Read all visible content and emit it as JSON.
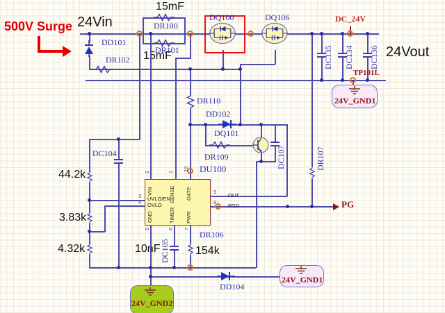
{
  "annotations": {
    "surge_label": "500V Surge",
    "input_voltage": "24Vin",
    "output_voltage": "24Vout",
    "shunt_value_top": "15mF",
    "shunt_value_bottom": "15mF",
    "divider_r1_value": "44.2k",
    "divider_r2_value": "3.83k",
    "divider_r3_value": "4.32k",
    "timer_cap_value": "10nF",
    "timer_res_value": "154k"
  },
  "components": {
    "dd101": "DD101",
    "dr102": "DR102",
    "dr100": "DR100",
    "dr101": "DR101",
    "dq100": "DQ100",
    "dq106": "DQ106",
    "dc135": "DC135",
    "dc134": "DC134",
    "dc136": "DC136",
    "dr110": "DR110",
    "dd102": "DD102",
    "dq101": "DQ101",
    "dr109": "DR109",
    "dc107": "DC107",
    "dr107": "DR107",
    "dc104": "DC104",
    "dc105": "DC105",
    "dr106": "DR106",
    "dd104": "DD104"
  },
  "ic": {
    "designator": "DU100",
    "pins": {
      "vin": {
        "num": "2",
        "name": "VIN"
      },
      "sense": {
        "num": "1",
        "name": "SENSE"
      },
      "gate": {
        "num": "10",
        "name": "GATE"
      },
      "uvlo": {
        "num": "3",
        "name": "UVLO/EN"
      },
      "ovlo": {
        "num": "4",
        "name": "OVLO"
      },
      "gnd": {
        "num": "5",
        "name": "GND"
      },
      "timer": {
        "num": "6",
        "name": "TIMER"
      },
      "pwr": {
        "num": "7",
        "name": "PWR"
      },
      "out": {
        "num": "9",
        "name": "OUT"
      },
      "pgd": {
        "num": "8",
        "name": "PGD"
      }
    }
  },
  "power_ports": {
    "dc_24v": "DC_24V",
    "test_point": "TP101L",
    "gnd1_top": "24V_GND1",
    "gnd1_bottom": "24V_GND1",
    "gnd2": "24V_GND2",
    "power_good": "PG"
  },
  "colors": {
    "wire": "#4b4bae",
    "designator_text": "#2f2fb0",
    "power_text": "#8c1616",
    "dc24v_text": "#c03030",
    "highlight_box": "#ee1111",
    "ic_fill": "#fdf7ae",
    "mosfet_fill": "#fdf6b3",
    "gnd2_fill": "#a8cc1e",
    "gnd1_fill": "#f7e9f7",
    "annotation_red": "#e60000"
  }
}
